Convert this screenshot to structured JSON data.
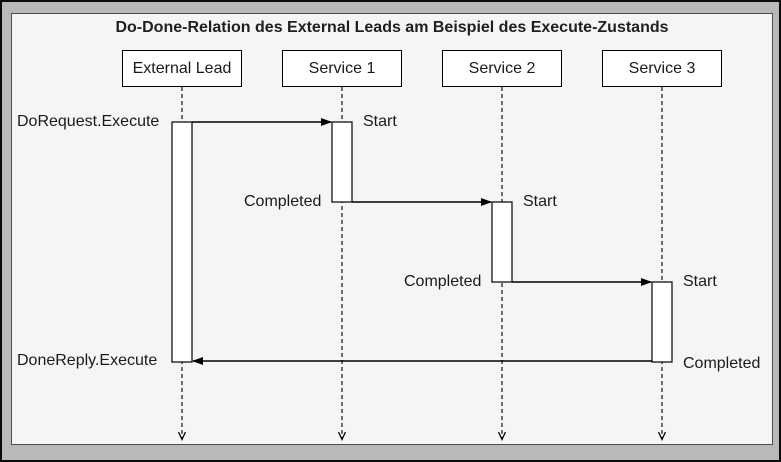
{
  "title": "Do-Done-Relation des External Leads am Beispiel des Execute-Zustands",
  "lifelines": [
    {
      "label": "External Lead"
    },
    {
      "label": "Service 1"
    },
    {
      "label": "Service 2"
    },
    {
      "label": "Service 3"
    }
  ],
  "messages": [
    {
      "label": "DoRequest.Execute",
      "from": "External Lead",
      "to": "Service 1"
    },
    {
      "label": "Start",
      "at": "Service 1"
    },
    {
      "label": "Completed",
      "from": "Service 1",
      "to": "Service 2"
    },
    {
      "label": "Start",
      "at": "Service 2"
    },
    {
      "label": "Completed",
      "from": "Service 2",
      "to": "Service 3"
    },
    {
      "label": "Start",
      "at": "Service 3"
    },
    {
      "label": "DoneReply.Execute",
      "from": "Service 3",
      "to": "External Lead"
    },
    {
      "label": "Completed",
      "at": "Service 3"
    }
  ],
  "colors": {
    "panel_background": "#f5f5f5",
    "frame_background": "#b9b9b9",
    "box_fill": "#ffffff",
    "line": "#000000",
    "text": "#1a1a1a"
  }
}
